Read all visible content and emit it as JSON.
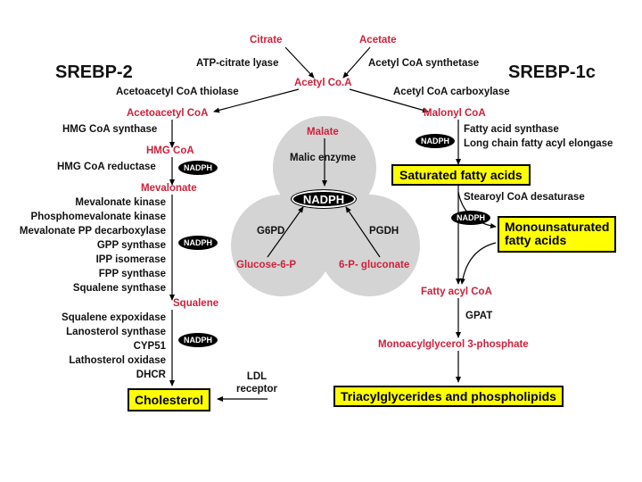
{
  "diagram": {
    "groups": {
      "left": "SREBP-2",
      "right": "SREBP-1c"
    },
    "top": {
      "citrate": "Citrate",
      "acetate": "Acetate",
      "atp_citrate_lyase": "ATP-citrate lyase",
      "acetyl_coa_synthetase": "Acetyl CoA synthetase",
      "acetyl_coa": "Acetyl Co.A"
    },
    "cholesterol_path": {
      "acetoacetyl_thiolase": "Acetoacetyl CoA thiolase",
      "acetoacetyl_coa": "Acetoacetyl CoA",
      "hmg_synthase": "HMG CoA synthase",
      "hmg_coa": "HMG CoA",
      "hmg_reductase": "HMG CoA reductase",
      "mevalonate": "Mevalonate",
      "enzymes_1": [
        "Mevalonate kinase",
        "Phosphomevalonate kinase",
        "Mevalonate PP decarboxylase",
        "GPP synthase",
        "IPP isomerase",
        "FPP synthase",
        "Squalene synthase"
      ],
      "squalene": "Squalene",
      "enzymes_2": [
        "Squalene expoxidase",
        "Lanosterol synthase",
        "CYP51",
        "Lathosterol oxidase",
        "DHCR"
      ],
      "cholesterol": "Cholesterol",
      "ldl_receptor": [
        "LDL",
        "receptor"
      ]
    },
    "nadph_cycle": {
      "malate": "Malate",
      "malic_enzyme": "Malic enzyme",
      "nadph": "NADPH",
      "g6pd": "G6PD",
      "pgdh": "PGDH",
      "glucose_6_p": "Glucose-6-P",
      "six_p_gluconate": "6-P- gluconate"
    },
    "fatty_acid_path": {
      "acetyl_coa_carboxylase": "Acetyl CoA carboxylase",
      "malonyl_coa": "Malonyl CoA",
      "fatty_acid_synthase": "Fatty acid synthase",
      "elongase": "Long chain fatty acyl elongase",
      "saturated": "Saturated fatty acids",
      "desaturase": "Stearoyl CoA desaturase",
      "monounsaturated": [
        "Monounsaturated",
        "fatty acids"
      ],
      "fatty_acyl_coa": "Fatty acyl CoA",
      "gpat": "GPAT",
      "monoacylglycerol": "Monoacylglycerol 3-phosphate",
      "triacylglycerides": "Triacylglycerides and phospholipids"
    },
    "cofactor_label": "NADPH",
    "colors": {
      "red": "#d0203a",
      "yellow": "#ffff00",
      "circles": "#d4d4d4",
      "black": "#000000"
    }
  }
}
